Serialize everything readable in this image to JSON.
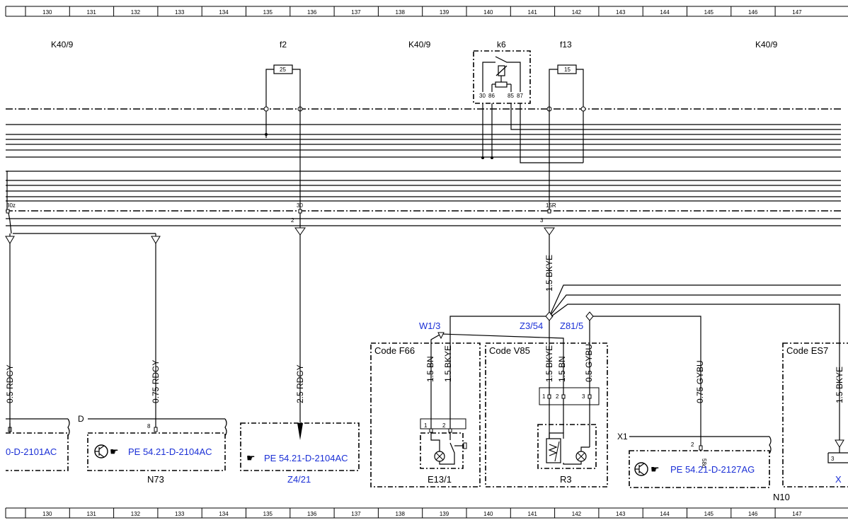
{
  "grid": {
    "columns": [
      "130",
      "131",
      "132",
      "133",
      "134",
      "135",
      "136",
      "137",
      "138",
      "139",
      "140",
      "141",
      "142",
      "143",
      "144",
      "145",
      "146",
      "147"
    ]
  },
  "top_labels": {
    "k40_left": "K40/9",
    "f2": "f2",
    "k40_mid": "K40/9",
    "k6": "k6",
    "f13": "f13",
    "k40_right": "K40/9"
  },
  "fuses": {
    "f2_rating": "25",
    "f13_rating": "15"
  },
  "relay_pins": {
    "p30": "30",
    "p86": "86",
    "p85": "85",
    "p87": "87"
  },
  "bus_pins": {
    "p30z": "30z",
    "p30": "30",
    "p15r": "15R",
    "conn2": "2",
    "conn3": "3"
  },
  "wires": {
    "w1": "0.5 RDGY",
    "w2": "0.75 RDGY",
    "w3": "2.5 RDGY",
    "w4": "1.5 BKYE",
    "w5": "1.5 BN",
    "w6": "1.5 BKYE",
    "w7": "1.5 BKYE",
    "w8": "1.5 BN",
    "w9": "0.5 GYBU",
    "w10": "0.75 GYBU",
    "w11": "1.5 BKYE"
  },
  "nodes": {
    "w13": "W1/3",
    "z354": "Z3/54",
    "z815": "Z81/5"
  },
  "codes": {
    "f66": "Code F66",
    "v85": "Code V85",
    "es7": "Code ES7"
  },
  "connectors": {
    "d": "D",
    "x1": "X1",
    "pin8": "8",
    "pin2_n10": "2",
    "pin58d": "58d",
    "pin3_right": "3",
    "e13_1": "1",
    "e13_2": "2",
    "r3_1": "1",
    "r3_2": "2",
    "r3_3": "3"
  },
  "components": {
    "n73": "N73",
    "z421": "Z4/21",
    "e131": "E13/1",
    "r3": "R3",
    "n10": "N10"
  },
  "refs": {
    "left": "0-D-2101AC",
    "n73": "PE 54.21-D-2104AC",
    "z421": "PE 54.21-D-2104AC",
    "n10": "PE 54.21-D-2127AG",
    "right": "X"
  }
}
